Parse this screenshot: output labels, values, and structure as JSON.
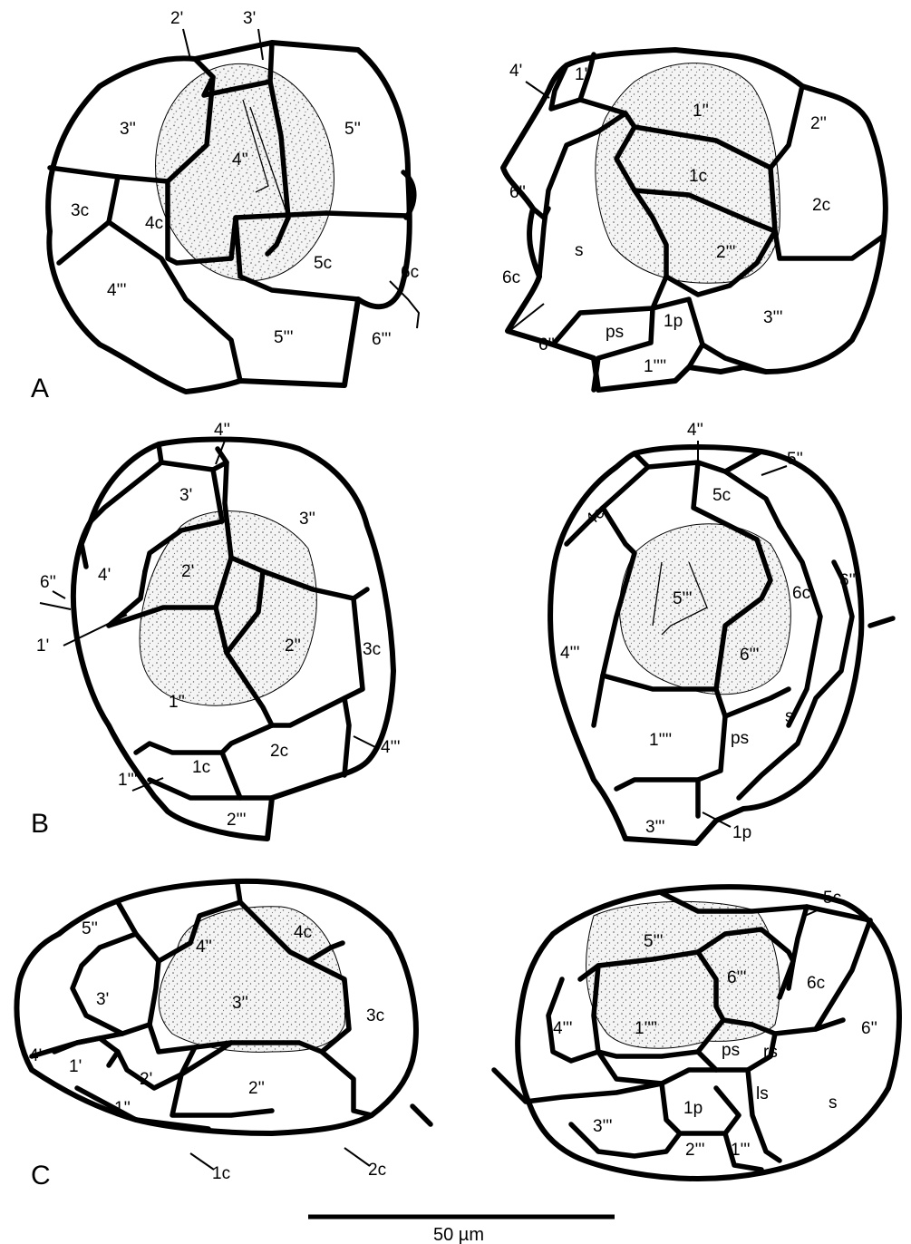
{
  "panels": [
    {
      "letter": "A",
      "left_view": {
        "plates": [
          "2'",
          "3'",
          "3''",
          "5''",
          "4''",
          "3c",
          "4c",
          "5c",
          "6c",
          "4'''",
          "5'''",
          "6'''"
        ]
      },
      "right_view": {
        "plates": [
          "4'",
          "1'",
          "1''",
          "2''",
          "6''",
          "1c",
          "2c",
          "s",
          "2'''",
          "6c",
          "6'''",
          "ps",
          "1p",
          "3'''",
          "1''''"
        ]
      }
    },
    {
      "letter": "B",
      "left_view": {
        "plates": [
          "4''",
          "3'",
          "3''",
          "6''",
          "4'",
          "2'",
          "1'",
          "2''",
          "3c",
          "1''",
          "2c",
          "4'''",
          "1c",
          "1'''",
          "2'''"
        ]
      },
      "right_view": {
        "plates": [
          "4''",
          "5''",
          "4c",
          "5c",
          "6c",
          "6''",
          "5'''",
          "4'''",
          "6'''",
          "s",
          "1''''",
          "ps",
          "3'''",
          "1p"
        ]
      }
    },
    {
      "letter": "C",
      "left_view": {
        "plates": [
          "5''",
          "4''",
          "4c",
          "3'",
          "3''",
          "3c",
          "4'",
          "1'",
          "2'",
          "2''",
          "1''",
          "1c",
          "2c"
        ]
      },
      "right_view": {
        "plates": [
          "5c",
          "5'''",
          "6c",
          "6'''",
          "4'''",
          "1''''",
          "6''",
          "ps",
          "rs",
          "ls",
          "s",
          "1p",
          "3'''",
          "2'''",
          "1'''"
        ]
      }
    }
  ],
  "scale_bar": {
    "label": "50 µm",
    "length_um": 50
  }
}
